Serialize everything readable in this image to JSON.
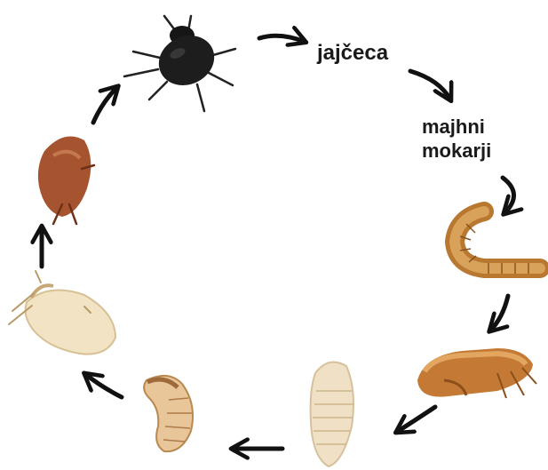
{
  "labels": {
    "egg": "jajčeca",
    "small_larvae_line1": "majhni",
    "small_larvae_line2": "mokarji"
  },
  "colors": {
    "arrow": "#111111",
    "beetle": "#1b1b1b",
    "brown_beetle": "#a0502e",
    "larva": "#c98a3e",
    "pupa": "#f0e0c8"
  },
  "stages": [
    "black-beetle",
    "eggs",
    "small-larvae",
    "mealworm-larva",
    "curled-larva",
    "pale-pupa",
    "curled-pupa",
    "white-pupa",
    "brown-beetle"
  ]
}
